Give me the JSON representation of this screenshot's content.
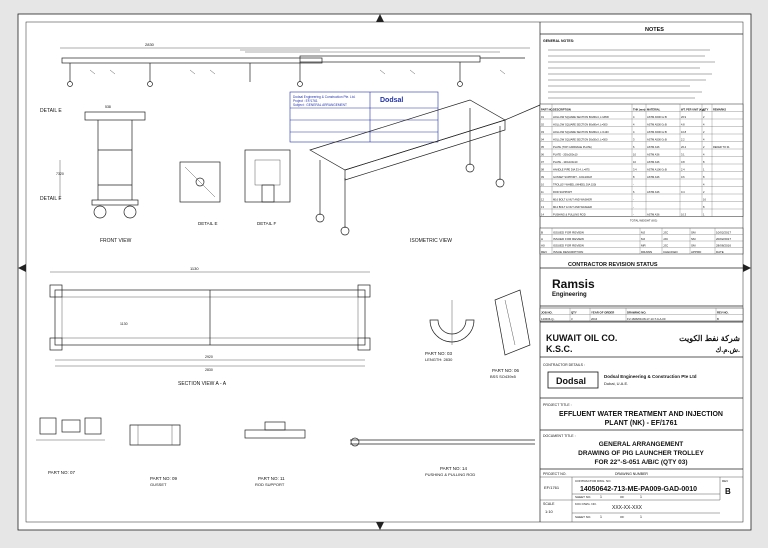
{
  "notes_title": "NOTES",
  "notes_heading": "GENERAL NOTES:",
  "view_labels": {
    "front": "FRONT VIEW",
    "detail_e": "DETAIL E",
    "detail_f": "DETAIL F",
    "isometric": "ISOMETRIC VIEW",
    "section_aa": "SECTION VIEW A - A",
    "part03": "PART NO: 03",
    "part03_sub": "LENGTH: 2830",
    "part06": "PART NO: 06",
    "part06_sub": "BSS SO439x5",
    "part07": "PART NO: 07",
    "part09": "PART NO: 09",
    "part09_sub": "GUSSET",
    "part11": "PART NO: 11",
    "part11_sub": "ROD SUPPORT",
    "part14": "PART NO: 14",
    "part14_sub": "PUSHING & PULLING ROD",
    "detail_e_small": "DETAIL E",
    "detail_f_small": "DETAIL F"
  },
  "dims": {
    "front_top": "2830",
    "section_top": "1130",
    "section_mid": "1130",
    "section_bottom": "2920",
    "section_total": "2830"
  },
  "bom": {
    "headers": [
      "PART NO.",
      "DESCRIPTION",
      "THK (mm)",
      "MATERIAL",
      "WT. PER UNIT (Kg)",
      "QTY",
      "REMARKS"
    ],
    "rows": [
      [
        "01",
        "HOLLOW SQUARE SECTION 80x80x4, L=2830",
        "4",
        "ASTM A500 Gr.B",
        "26.9",
        "2",
        ""
      ],
      [
        "02",
        "HOLLOW SQUARE SECTION 80x80x4, L=500",
        "4",
        "ASTM A500 Gr.B",
        "4.8",
        "4",
        ""
      ],
      [
        "03",
        "HOLLOW SQUARE SECTION 80x80x4, L=1130",
        "4",
        "ASTM A500 Gr.B",
        "10.8",
        "2",
        ""
      ],
      [
        "04",
        "HOLLOW SQUARE SECTION 50x50x3, L=500",
        "3",
        "ASTM A500 Gr.B",
        "2.2",
        "4",
        ""
      ],
      [
        "05",
        "PLATE (TOP CARRIAGE PLATE)",
        "6",
        "ASTM A36",
        "26.4",
        "2",
        "REFER TO 01"
      ],
      [
        "06",
        "PLATE - 200x200x10",
        "10",
        "ASTM A36",
        "3.1",
        "4",
        ""
      ],
      [
        "07",
        "PLATE - 100x100x10",
        "10",
        "ASTM A36",
        "0.8",
        "8",
        ""
      ],
      [
        "08",
        "HANDLE PIPE DIA 33.4, L=875",
        "3.4",
        "ASTM A106 Gr.B",
        "2.4",
        "1",
        ""
      ],
      [
        "09",
        "GUSSET SUPPORT - 100x100x8",
        "8",
        "ASTM A36",
        "0.6",
        "8",
        ""
      ],
      [
        "10",
        "TROLLEY WHEEL (WHEEL DIA 150)",
        "-",
        "",
        "",
        "4",
        ""
      ],
      [
        "11",
        "ROD SUPPORT",
        "6",
        "ASTM A36",
        "0.4",
        "2",
        ""
      ],
      [
        "12",
        "M16 BOLT & NUT AND WASHER",
        "-",
        "",
        "",
        "16",
        ""
      ],
      [
        "13",
        "M12 BOLT & NUT AND WASHER",
        "-",
        "",
        "",
        "8",
        ""
      ],
      [
        "14",
        "PUSHING & PULLING ROD",
        "-",
        "ASTM A36",
        "10.3",
        "1",
        ""
      ]
    ],
    "total_label": "TOTAL WEIGHT (KG)"
  },
  "revisions": {
    "headers": [
      "REV",
      "ISSUE DESCRIPTION",
      "DRAWN",
      "CHECKED",
      "APPRD",
      "DATE"
    ],
    "rows": [
      [
        "B",
        "ISSUED FOR REVIEW",
        "MJ",
        "JJC",
        "SM",
        "10/02/2017"
      ],
      [
        "A",
        "ISSUED FOR REVIEW",
        "MJ",
        "JJC",
        "SM",
        "20/02/2017"
      ],
      [
        "A0",
        "ISSUED FOR REVIEW",
        "MR",
        "JJC",
        "SM",
        "28/08/2016"
      ]
    ],
    "status_title": "CONTRACTOR REVISION STATUS"
  },
  "consultant": {
    "name": "Ramsis",
    "sub": "Engineering",
    "job_headers": [
      "JOB NO.",
      "QTY",
      "YEAR OF ORDER",
      "DRAWING NO.",
      "REV NO."
    ],
    "job_values": [
      "140606-Q-",
      "3",
      "2016",
      "FV-1608/09-08-17-13-T-0-A-00",
      "B"
    ]
  },
  "client": {
    "name": "KUWAIT OIL CO.",
    "name2": "K.S.C.",
    "arabic": "شركة نفط الكويت",
    "arabic2": "ش.م.ك."
  },
  "contractor": {
    "label": "CONTRACTOR DETAILS :",
    "logo": "Dodsal",
    "name": "Dodsal Engineering & Construction Pte Ltd",
    "city": "Dubai, U.A.E."
  },
  "project": {
    "label": "PROJECT TITLE :",
    "title": "EFFLUENT WATER TREATMENT AND INJECTION",
    "title2": "PLANT (NK) - EF/1761"
  },
  "document": {
    "label": "DOCUMENT TITLE :",
    "title1": "GENERAL ARRANGEMENT",
    "title2": "DRAWING OF PIG LAUNCHER TROLLEY",
    "title3": "FOR 22\"-S-051 A/B/C (QTY 03)"
  },
  "numbers": {
    "project_no_label": "PROJECT NO.",
    "drawing_no_label": "DRAWING NUMBER",
    "project_no": "EF/1761",
    "contractor_dwg_label": "CONTRACTOR DWG. NO.",
    "contractor_dwg": "14050642-713-ME-PA009-GAD-0010",
    "koc_dwg_label": "KOC DWG. NO.",
    "koc_dwg": "XXX-XX-XXX",
    "scale_label": "SCALE",
    "scale": "1:10",
    "sheet_label": "SHEET NO.",
    "sheet": "1",
    "of_label": "OF",
    "of": "1",
    "rev_label": "REV",
    "rev": "B"
  },
  "stamp": {
    "line1": "Dodsal Engineering & Construction Pte. Ltd.",
    "line2": "Project : EF/1761",
    "line3": "Subject : GENERAL ARRANGEMENT",
    "company": "Dodsal"
  }
}
